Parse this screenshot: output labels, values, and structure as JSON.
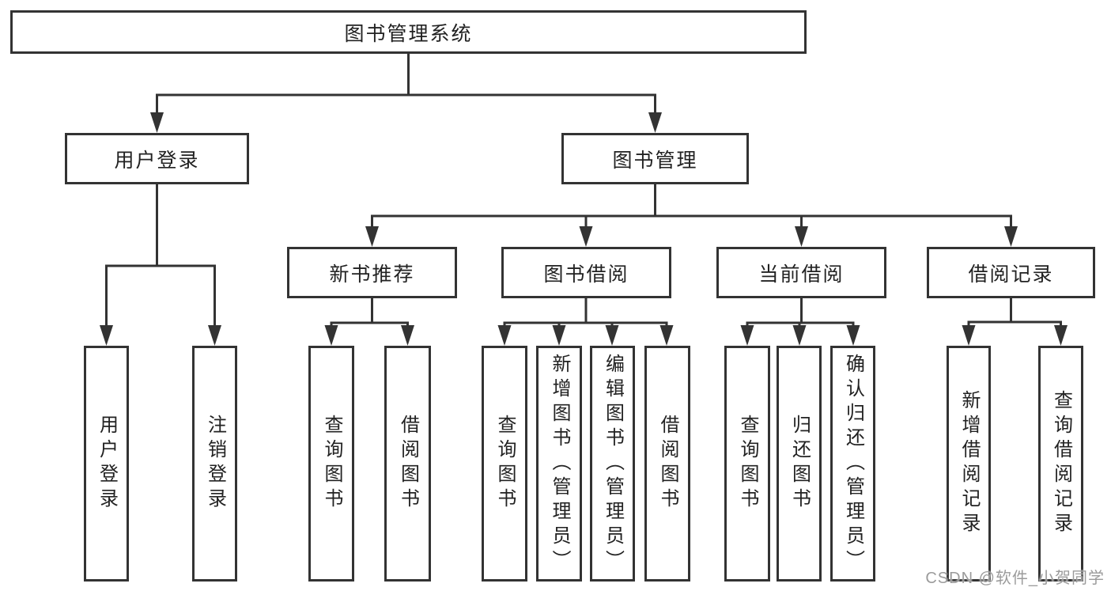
{
  "diagram_type": "hierarchy-tree",
  "colors": {
    "line": "#333333",
    "box_border": "#333333",
    "text": "#222222",
    "background": "#ffffff",
    "watermark_text": "#9b9b9b"
  },
  "root": {
    "label": "图书管理系统"
  },
  "branches": {
    "user_login": {
      "label": "用户登录",
      "leaves": [
        "用户登录",
        "注销登录"
      ]
    },
    "book_mgmt": {
      "label": "图书管理",
      "groups": {
        "new_book": {
          "label": "新书推荐",
          "leaves": [
            "查询图书",
            "借阅图书"
          ]
        },
        "borrow": {
          "label": "图书借阅",
          "leaves": [
            "查询图书",
            "新增图书（管理员）",
            "编辑图书（管理员）",
            "借阅图书"
          ]
        },
        "current": {
          "label": "当前借阅",
          "leaves": [
            "查询图书",
            "归还图书",
            "确认归还（管理员）"
          ]
        },
        "records": {
          "label": "借阅记录",
          "leaves": [
            "新增借阅记录",
            "查询借阅记录"
          ]
        }
      }
    }
  },
  "watermark": "CSDN @软件_小贺同学"
}
